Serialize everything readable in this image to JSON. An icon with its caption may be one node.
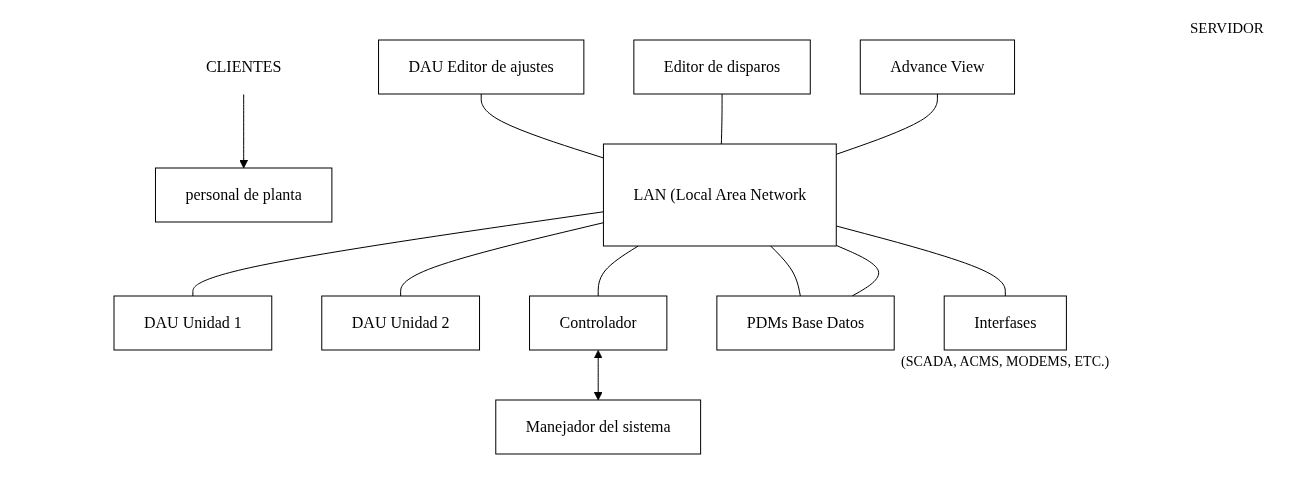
{
  "diagram": {
    "nodes": [
      {
        "text": [
          "CLIENTES"
        ]
      },
      {
        "text": [
          "personal de planta"
        ]
      },
      {
        "text": [
          "DAU Editor de ajustes"
        ]
      },
      {
        "text": [
          "Editor de disparos"
        ]
      },
      {
        "text": [
          "Advance View"
        ]
      },
      {
        "text": [
          "LAN (Local Area Network"
        ]
      },
      {
        "text": [
          "DAU Unidad 1"
        ]
      },
      {
        "text": [
          "DAU Unidad 2"
        ]
      },
      {
        "text": [
          "Controlador"
        ]
      },
      {
        "text": [
          "PDMs Base Datos"
        ]
      },
      {
        "text": [
          "Interfases"
        ],
        "beside": [
          "(SCADA, ACMS, MODEMS, ETC.)"
        ]
      },
      {
        "text": [
          "Manejador del sistema"
        ]
      }
    ],
    "edges": [
      {
        "from": 0,
        "to": 1,
        "arrow": "to"
      },
      {
        "from": 2,
        "to": 5,
        "arrow": "none"
      },
      {
        "from": 3,
        "to": 5,
        "arrow": "none"
      },
      {
        "from": 4,
        "to": 5,
        "arrow": "none"
      },
      {
        "from": 5,
        "to": 6,
        "arrow": "none"
      },
      {
        "from": 5,
        "to": 7,
        "arrow": "none"
      },
      {
        "from": 5,
        "to": 8,
        "arrow": "none"
      },
      {
        "from": 5,
        "to": 9,
        "arrow": "none"
      },
      {
        "from": 5,
        "to": 9,
        "arrow": "none"
      },
      {
        "from": 5,
        "to": 10,
        "arrow": "none"
      },
      {
        "from": 8,
        "to": 11,
        "arrow": "both"
      }
    ],
    "labels": [
      "SERVIDOR"
    ]
  }
}
